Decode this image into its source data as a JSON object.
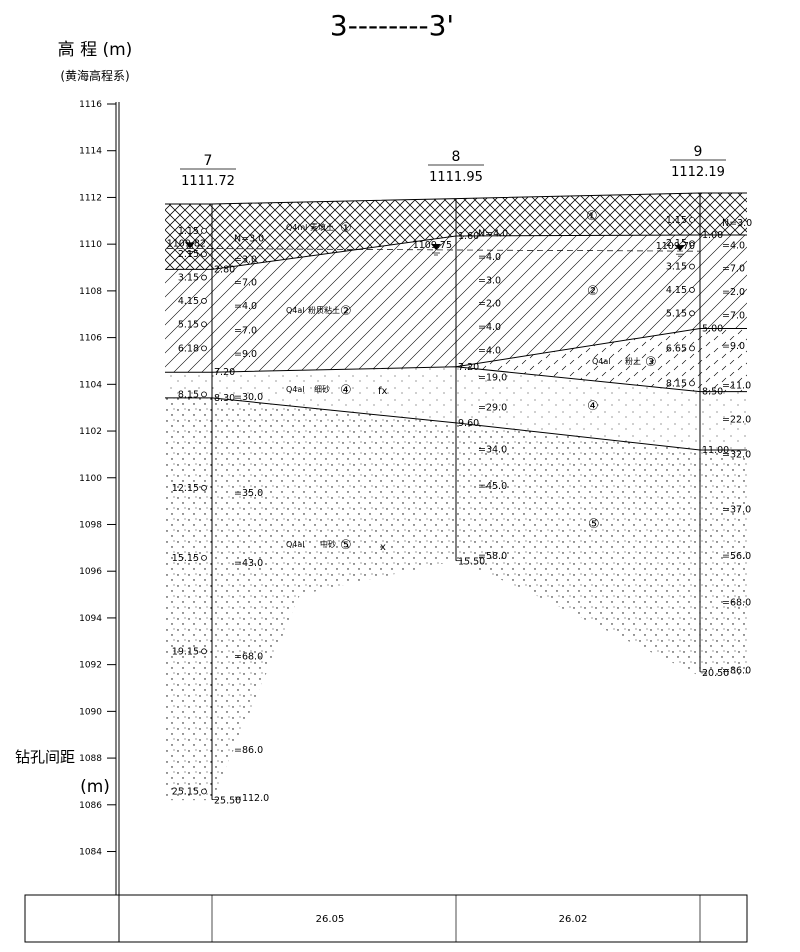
{
  "title": "3--------3'",
  "axis": {
    "title": "高 程 (m)",
    "subtitle": "(黄海高程系)",
    "ticks": [
      1116,
      1114,
      1112,
      1110,
      1108,
      1106,
      1104,
      1102,
      1100,
      1098,
      1096,
      1094,
      1092,
      1090,
      1088,
      1086,
      1084
    ],
    "range": [
      1083,
      1116.2
    ]
  },
  "side_label": {
    "text": "钻孔间距",
    "unit": "(m)"
  },
  "boreholes": [
    {
      "id": "7",
      "elevation": "1111.72",
      "bottom_label": "25.50",
      "water_level": "1109.82",
      "samples": [
        {
          "depth": "1.15",
          "elev": 1110.57
        },
        {
          "depth": "2.15",
          "elev": 1109.57
        },
        {
          "depth": "3.15",
          "elev": 1108.57
        },
        {
          "depth": "4.15",
          "elev": 1107.57
        },
        {
          "depth": "5.15",
          "elev": 1106.57
        },
        {
          "depth": "6.18",
          "elev": 1105.54
        },
        {
          "depth": "8.15",
          "elev": 1103.57
        },
        {
          "depth": "12.15",
          "elev": 1099.57
        },
        {
          "depth": "15.15",
          "elev": 1096.57
        },
        {
          "depth": "19.15",
          "elev": 1092.57
        },
        {
          "depth": "25.15",
          "elev": 1086.57
        }
      ],
      "boundaries": [
        {
          "depth": "2.80",
          "elev": 1108.92
        },
        {
          "depth": "7.20",
          "elev": 1104.52
        },
        {
          "depth": "8.30",
          "elev": 1103.42
        }
      ],
      "spt": [
        {
          "n": "N=3.0",
          "elev": 1110.25
        },
        {
          "n": "=3.0",
          "elev": 1109.35
        },
        {
          "n": "=7.0",
          "elev": 1108.35
        },
        {
          "n": "=4.0",
          "elev": 1107.35
        },
        {
          "n": "=7.0",
          "elev": 1106.3
        },
        {
          "n": "=9.0",
          "elev": 1105.3
        },
        {
          "n": "=30.0",
          "elev": 1103.45
        },
        {
          "n": "=35.0",
          "elev": 1099.35
        },
        {
          "n": "=43.0",
          "elev": 1096.35
        },
        {
          "n": "=68.0",
          "elev": 1092.35
        },
        {
          "n": "=86.0",
          "elev": 1088.35
        },
        {
          "n": "=112.0",
          "elev": 1086.3
        }
      ]
    },
    {
      "id": "8",
      "elevation": "1111.95",
      "bottom_label": "15.50",
      "water_level": "1109.75",
      "samples": [],
      "boundaries": [
        {
          "depth": "1.60",
          "elev": 1110.35
        },
        {
          "depth": "7.20",
          "elev": 1104.75
        },
        {
          "depth": "9.60",
          "elev": 1102.35
        }
      ],
      "spt": [
        {
          "n": "N=4.0",
          "elev": 1110.45
        },
        {
          "n": "=4.0",
          "elev": 1109.45
        },
        {
          "n": "=3.0",
          "elev": 1108.45
        },
        {
          "n": "=2.0",
          "elev": 1107.45
        },
        {
          "n": "=4.0",
          "elev": 1106.45
        },
        {
          "n": "=4.0",
          "elev": 1105.45
        },
        {
          "n": "=19.0",
          "elev": 1104.3
        },
        {
          "n": "=29.0",
          "elev": 1103.0
        },
        {
          "n": "=34.0",
          "elev": 1101.2
        },
        {
          "n": "=45.0",
          "elev": 1099.65
        },
        {
          "n": "=58.0",
          "elev": 1096.65
        }
      ]
    },
    {
      "id": "9",
      "elevation": "1112.19",
      "bottom_label": "20.50",
      "water_level": "1109.70",
      "samples": [
        {
          "depth": "1.15",
          "elev": 1111.04
        },
        {
          "depth": "2.15",
          "elev": 1110.04
        },
        {
          "depth": "3.15",
          "elev": 1109.04
        },
        {
          "depth": "4.15",
          "elev": 1108.04
        },
        {
          "depth": "5.15",
          "elev": 1107.04
        },
        {
          "depth": "6.65",
          "elev": 1105.54
        },
        {
          "depth": "8.15",
          "elev": 1104.04
        }
      ],
      "boundaries": [
        {
          "depth": "1.00",
          "elev": 1110.39
        },
        {
          "depth": "5.00",
          "elev": 1106.39
        },
        {
          "depth": "8.50",
          "elev": 1103.69
        },
        {
          "depth": "11.00",
          "elev": 1101.19
        }
      ],
      "spt": [
        {
          "n": "N=3.0",
          "elev": 1110.9
        },
        {
          "n": "=4.0",
          "elev": 1109.95
        },
        {
          "n": "=7.0",
          "elev": 1108.95
        },
        {
          "n": "=2.0",
          "elev": 1107.95
        },
        {
          "n": "=7.0",
          "elev": 1106.95
        },
        {
          "n": "=9.0",
          "elev": 1105.65
        },
        {
          "n": "=11.0",
          "elev": 1103.95
        },
        {
          "n": "=22.0",
          "elev": 1102.5
        },
        {
          "n": "=32.0",
          "elev": 1101.0
        },
        {
          "n": "=37.0",
          "elev": 1098.65
        },
        {
          "n": "=56.0",
          "elev": 1096.65
        },
        {
          "n": "=68.0",
          "elev": 1094.65
        },
        {
          "n": "=86.0",
          "elev": 1091.75
        }
      ]
    }
  ],
  "layers": [
    {
      "num": "①",
      "age": "Q4ml",
      "name": "素填土"
    },
    {
      "num": "②",
      "age": "Q4al",
      "name": "粉质粘土"
    },
    {
      "num": "③",
      "age": "Q4al",
      "name": "粉土"
    },
    {
      "num": "④",
      "age": "Q4al",
      "name": "细砂"
    },
    {
      "num": "⑤",
      "age": "Q4al",
      "name": "中砂"
    }
  ],
  "region_marks": [
    "fx",
    "x"
  ],
  "spacings": [
    "26.05",
    "26.02"
  ]
}
